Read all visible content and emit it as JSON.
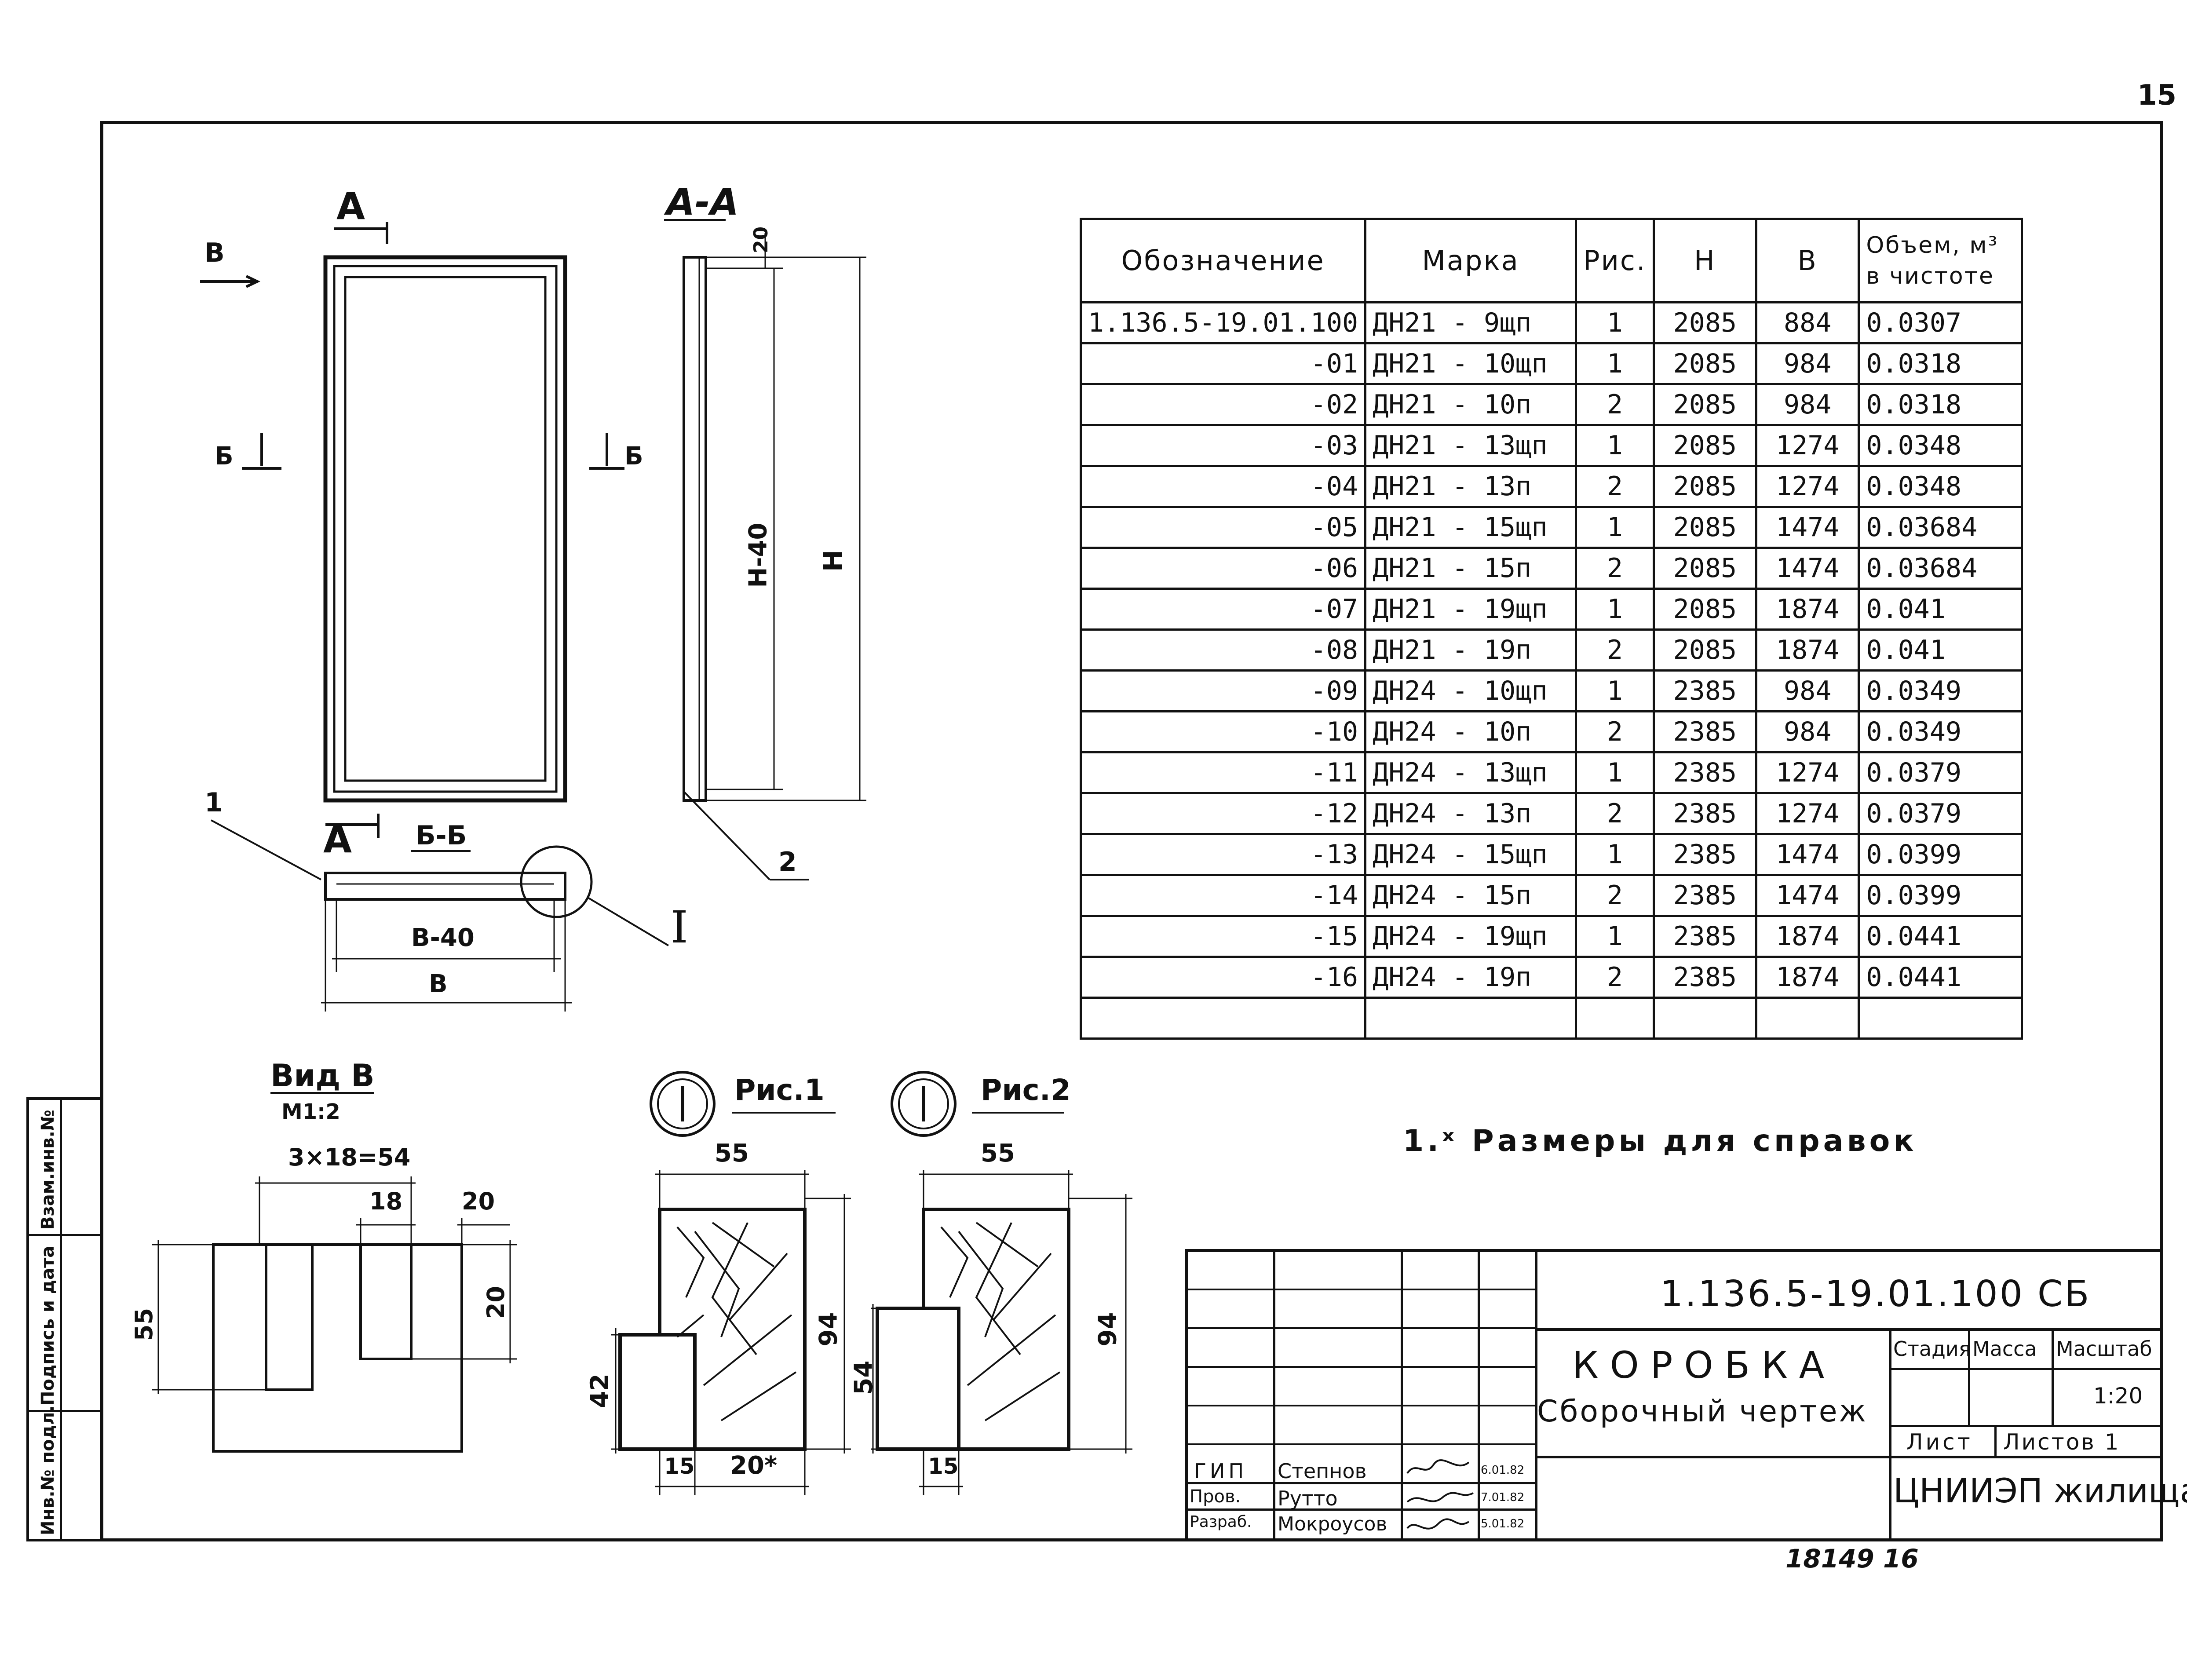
{
  "sheet_number": "15",
  "stamp": "18149   16",
  "side_strip": [
    "Инв.№ подл.",
    "Подпись и дата",
    "Взам.инв.№"
  ],
  "views": {
    "front_view_labels": [
      "А",
      "В",
      "Б",
      "Б",
      "А",
      "1"
    ],
    "section_aa": {
      "title": "А-А",
      "dim_top": "20",
      "dim_inner": "H-40",
      "dim_outer": "H",
      "callout": "2"
    },
    "section_bb": {
      "title": "Б-Б",
      "dim_inner": "В-40",
      "dim_outer": "В",
      "callout": "I"
    },
    "view_v": {
      "title": "Вид В",
      "scale": "М1:2",
      "dim_top": "3×18=54",
      "dim_18": "18",
      "dim_20": "20",
      "dim_55": "55",
      "dim_20v": "20"
    },
    "fig1": {
      "title": "Рис.1",
      "roman": "I",
      "dim_top": "55",
      "dim_right": "94",
      "dim_left": "42",
      "dim_b1": "15",
      "dim_b2": "20*"
    },
    "fig2": {
      "title": "Рис.2",
      "roman": "I",
      "dim_top": "55",
      "dim_right": "94",
      "dim_left": "54",
      "dim_b1": "15"
    }
  },
  "table": {
    "headers": [
      "Обозначение",
      "Марка",
      "Рис.",
      "H",
      "В",
      "Объем, м³",
      "в чистоте"
    ],
    "rows": [
      [
        "1.136.5-19.01.100",
        "ДН21 - 9щп",
        "1",
        "2085",
        "884",
        "0.0307"
      ],
      [
        "-01",
        "ДН21 - 10щп",
        "1",
        "2085",
        "984",
        "0.0318"
      ],
      [
        "-02",
        "ДН21 - 10п",
        "2",
        "2085",
        "984",
        "0.0318"
      ],
      [
        "-03",
        "ДН21 - 13щп",
        "1",
        "2085",
        "1274",
        "0.0348"
      ],
      [
        "-04",
        "ДН21 - 13п",
        "2",
        "2085",
        "1274",
        "0.0348"
      ],
      [
        "-05",
        "ДН21 - 15щп",
        "1",
        "2085",
        "1474",
        "0.03684"
      ],
      [
        "-06",
        "ДН21 - 15п",
        "2",
        "2085",
        "1474",
        "0.03684"
      ],
      [
        "-07",
        "ДН21 - 19щп",
        "1",
        "2085",
        "1874",
        "0.041"
      ],
      [
        "-08",
        "ДН21 - 19п",
        "2",
        "2085",
        "1874",
        "0.041"
      ],
      [
        "-09",
        "ДН24 - 10щп",
        "1",
        "2385",
        "984",
        "0.0349"
      ],
      [
        "-10",
        "ДН24 - 10п",
        "2",
        "2385",
        "984",
        "0.0349"
      ],
      [
        "-11",
        "ДН24 - 13щп",
        "1",
        "2385",
        "1274",
        "0.0379"
      ],
      [
        "-12",
        "ДН24 - 13п",
        "2",
        "2385",
        "1274",
        "0.0379"
      ],
      [
        "-13",
        "ДН24 - 15щп",
        "1",
        "2385",
        "1474",
        "0.0399"
      ],
      [
        "-14",
        "ДН24 - 15п",
        "2",
        "2385",
        "1474",
        "0.0399"
      ],
      [
        "-15",
        "ДН24 - 19щп",
        "1",
        "2385",
        "1874",
        "0.0441"
      ],
      [
        "-16",
        "ДН24 - 19п",
        "2",
        "2385",
        "1874",
        "0.0441"
      ]
    ]
  },
  "note": "1.ˣ Размеры для справок",
  "title_block": {
    "code": "1.136.5-19.01.100 СБ",
    "name": "Коробка",
    "subtitle": "Сборочный чертеж",
    "stage_label": "Стадия",
    "mass_label": "Масса",
    "scale_label": "Масштаб",
    "scale_value": "1:20",
    "sheet_label": "Лист",
    "sheets_label": "Листов 1",
    "org": "ЦНИИЭП жилища",
    "signatures": [
      {
        "role": "ГИП",
        "name": "Степнов",
        "date": "6.01.82"
      },
      {
        "role": "Пров.",
        "name": "Рутто",
        "date": "7.01.82"
      },
      {
        "role": "Разраб.",
        "name": "Мокроусов",
        "date": "5.01.82"
      }
    ]
  }
}
